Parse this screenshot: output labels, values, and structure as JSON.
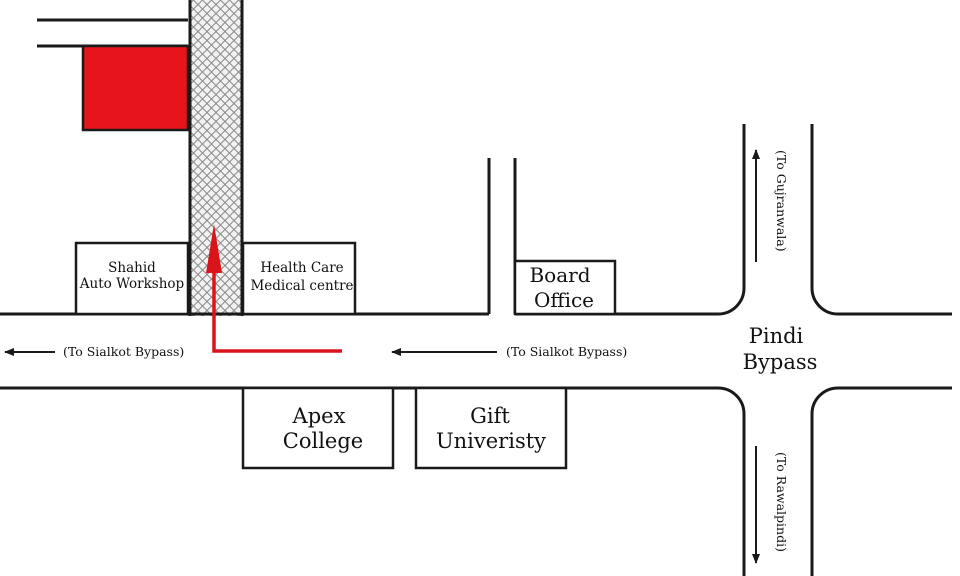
{
  "buildings": {
    "shahid_line1": "Shahid",
    "shahid_line2": "Auto Workshop",
    "health_line1": "Health Care",
    "health_line2": "Medical centre",
    "board_line1": "Board",
    "board_line2": "Office",
    "apex_line1": "Apex",
    "apex_line2": "College",
    "gift_line1": "Gift",
    "gift_line2": "Univeristy"
  },
  "junction": {
    "line1": "Pindi",
    "line2": "Bypass"
  },
  "directions": {
    "sialkot_left": "(To Sialkot Bypass)",
    "sialkot_center": "(To Sialkot Bypass)",
    "gujranwala": "(To Gujranwala)",
    "rawalpindi": "(To Rawalpindi)"
  },
  "colors": {
    "destination": "#e8141b",
    "route_arrow": "#d9141b",
    "lines": "#1a1a1a",
    "pattern": "#8a8a8a"
  }
}
